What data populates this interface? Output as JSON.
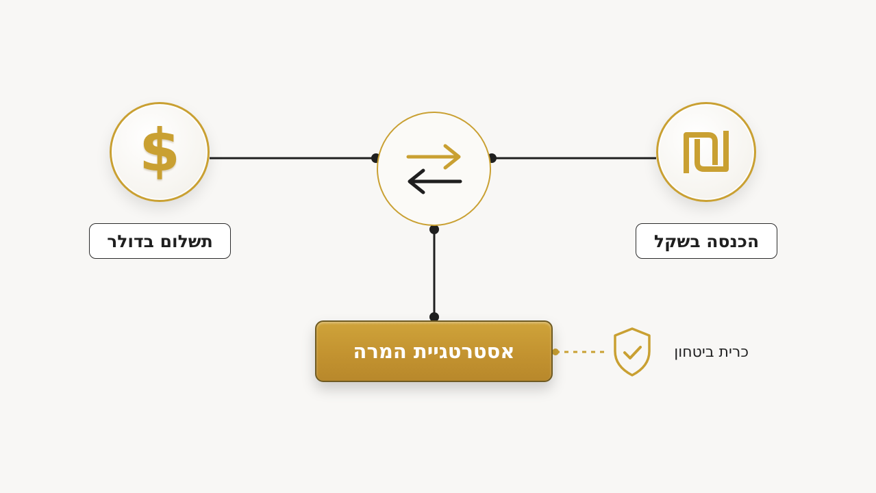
{
  "nodes": {
    "dollar": {
      "symbol": "$",
      "label": "תשלום בדולר",
      "icon": "dollar-icon"
    },
    "shekel": {
      "symbol": "₪",
      "label": "הכנסה בשקל",
      "icon": "shekel-icon"
    },
    "exchange": {
      "icon": "exchange-arrows-icon"
    },
    "strategy": {
      "label": "אסטרטגיית המרה"
    },
    "cushion": {
      "label": "כרית ביטחון",
      "icon": "shield-check-icon"
    }
  },
  "colors": {
    "gold": "#c9a032",
    "gold_dark": "#6e5a22",
    "line": "#1f1f1f",
    "background": "#f8f7f5"
  }
}
